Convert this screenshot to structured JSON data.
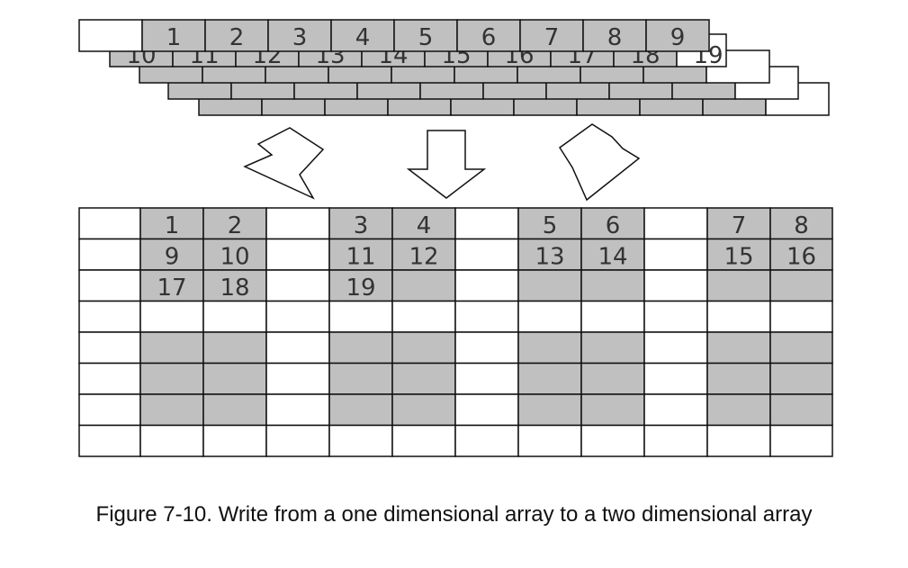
{
  "diagram": {
    "one_dim_array": {
      "row1_labels": [
        "1",
        "2",
        "3",
        "4",
        "5",
        "6",
        "7",
        "8",
        "9"
      ],
      "row2_labels_partial": [
        "10",
        "11",
        "12",
        "13",
        "14",
        "15",
        "16",
        "17",
        "18",
        "19"
      ]
    },
    "two_dim_array": {
      "rows": [
        [
          "",
          "1",
          "2",
          "",
          "3",
          "4",
          "",
          "5",
          "6",
          "",
          "7",
          "8"
        ],
        [
          "",
          "9",
          "10",
          "",
          "11",
          "12",
          "",
          "13",
          "14",
          "",
          "15",
          "16"
        ],
        [
          "",
          "17",
          "18",
          "",
          "19",
          "",
          "",
          "",
          "",
          "",
          "",
          ""
        ],
        [
          "",
          "",
          "",
          "",
          "",
          "",
          "",
          "",
          "",
          "",
          "",
          ""
        ],
        [
          "",
          "",
          "",
          "",
          "",
          "",
          "",
          "",
          "",
          "",
          "",
          ""
        ],
        [
          "",
          "",
          "",
          "",
          "",
          "",
          "",
          "",
          "",
          "",
          "",
          ""
        ],
        [
          "",
          "",
          "",
          "",
          "",
          "",
          "",
          "",
          "",
          "",
          "",
          ""
        ],
        [
          "",
          "",
          "",
          "",
          "",
          "",
          "",
          "",
          "",
          "",
          "",
          ""
        ]
      ],
      "shaded_columns": [
        1,
        2,
        4,
        5,
        7,
        8,
        10,
        11
      ],
      "shaded_rows": [
        0,
        1,
        2,
        4,
        5,
        6
      ]
    },
    "colors": {
      "shade": "#c0c0c0",
      "line": "#111111",
      "white": "#ffffff"
    }
  },
  "caption": "Figure 7-10. Write from a one dimensional array to a two dimensional array"
}
